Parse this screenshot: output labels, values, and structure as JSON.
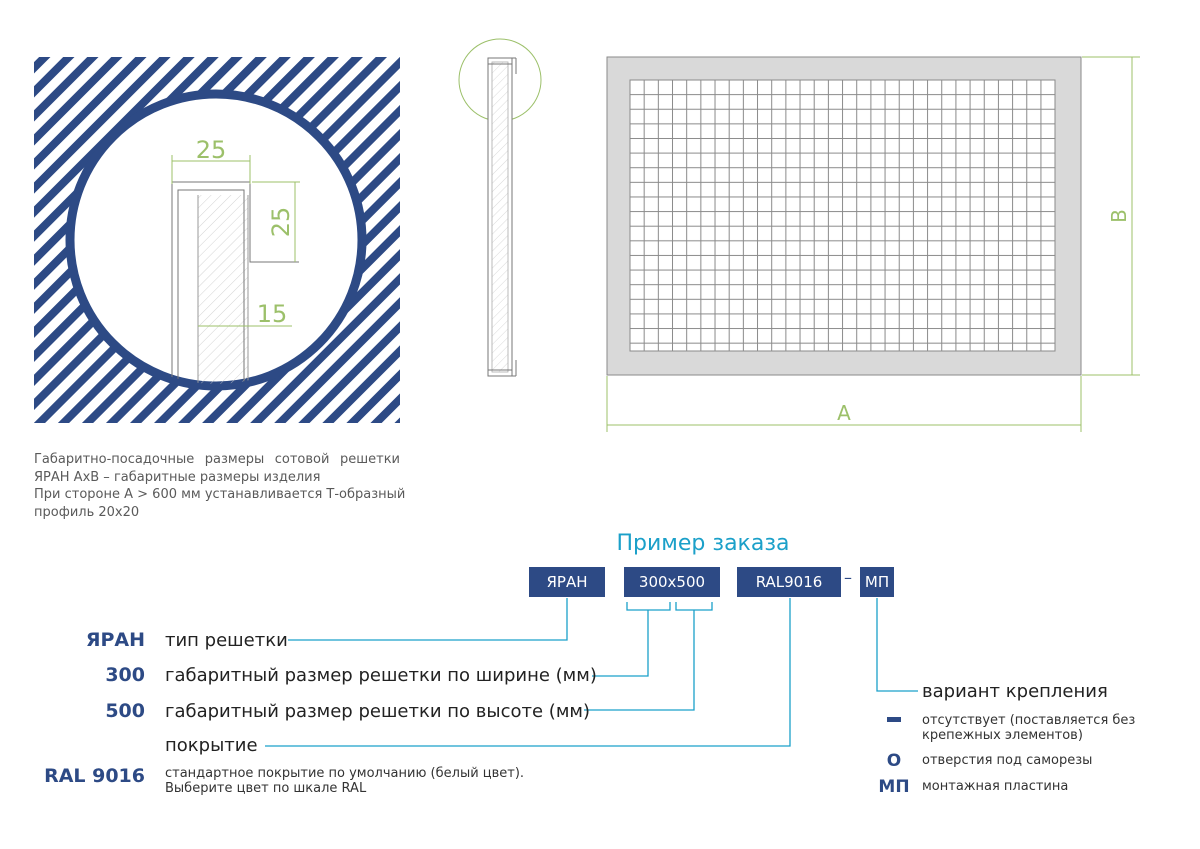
{
  "detail": {
    "dim_top": "25",
    "dim_right": "25",
    "dim_bottom": "15"
  },
  "front_view": {
    "dim_width": "A",
    "dim_height": "B"
  },
  "caption": {
    "line1": "Габаритно-посадочные размеры сотовой решетки",
    "line2": "ЯРАН АхВ – габаритные размеры изделия",
    "line3": "При стороне А > 600 мм устанавливается Т-образный",
    "line4": "профиль 20х20"
  },
  "order": {
    "title": "Пример заказа",
    "codes": [
      "ЯРАН",
      "300x500",
      "RAL9016",
      "МП"
    ],
    "separator": "–"
  },
  "legend": [
    {
      "key": "ЯРАН",
      "text": "тип решетки"
    },
    {
      "key": "300",
      "text": "габаритный размер решетки по ширине (мм)"
    },
    {
      "key": "500",
      "text": "габаритный размер решетки по высоте (мм)"
    },
    {
      "key": "",
      "text": "покрытие"
    },
    {
      "key": "RAL 9016",
      "text": "стандартное покрытие по умолчанию (белый цвет).",
      "text2": "Выберите цвет по шкале RAL"
    }
  ],
  "mounting": {
    "title": "вариант крепления",
    "options": [
      {
        "symbol": "–",
        "text": "отсутствует (поставляется без",
        "text2": "крепежных элементов)"
      },
      {
        "symbol": "О",
        "text": "отверстия под саморезы"
      },
      {
        "symbol": "МП",
        "text": "монтажная пластина"
      }
    ]
  },
  "colors": {
    "navy": "#2d4a85",
    "accent_line": "#1ba0c9",
    "dimension_line": "#9cc06a",
    "frame_gray": "#d9d9d9"
  }
}
